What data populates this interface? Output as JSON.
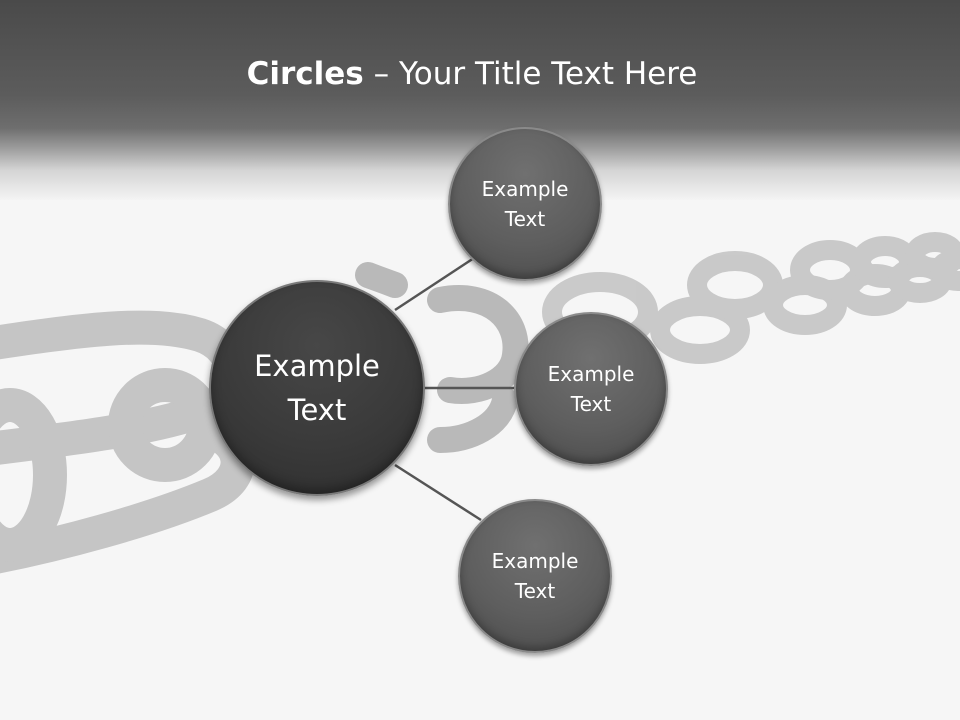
{
  "slide": {
    "title_bold": "Circles",
    "title_rest": " – Your Title Text Here"
  },
  "diagram": {
    "center": {
      "label": "Example Text"
    },
    "satellites": [
      {
        "label": "Example Text"
      },
      {
        "label": "Example Text"
      },
      {
        "label": "Example Text"
      }
    ]
  },
  "colors": {
    "header_dark": "#4a4a4a",
    "background": "#f6f6f6",
    "center_fill": "#3a3a3a",
    "satellite_fill": "#5e5e5e",
    "connector": "#555555"
  }
}
